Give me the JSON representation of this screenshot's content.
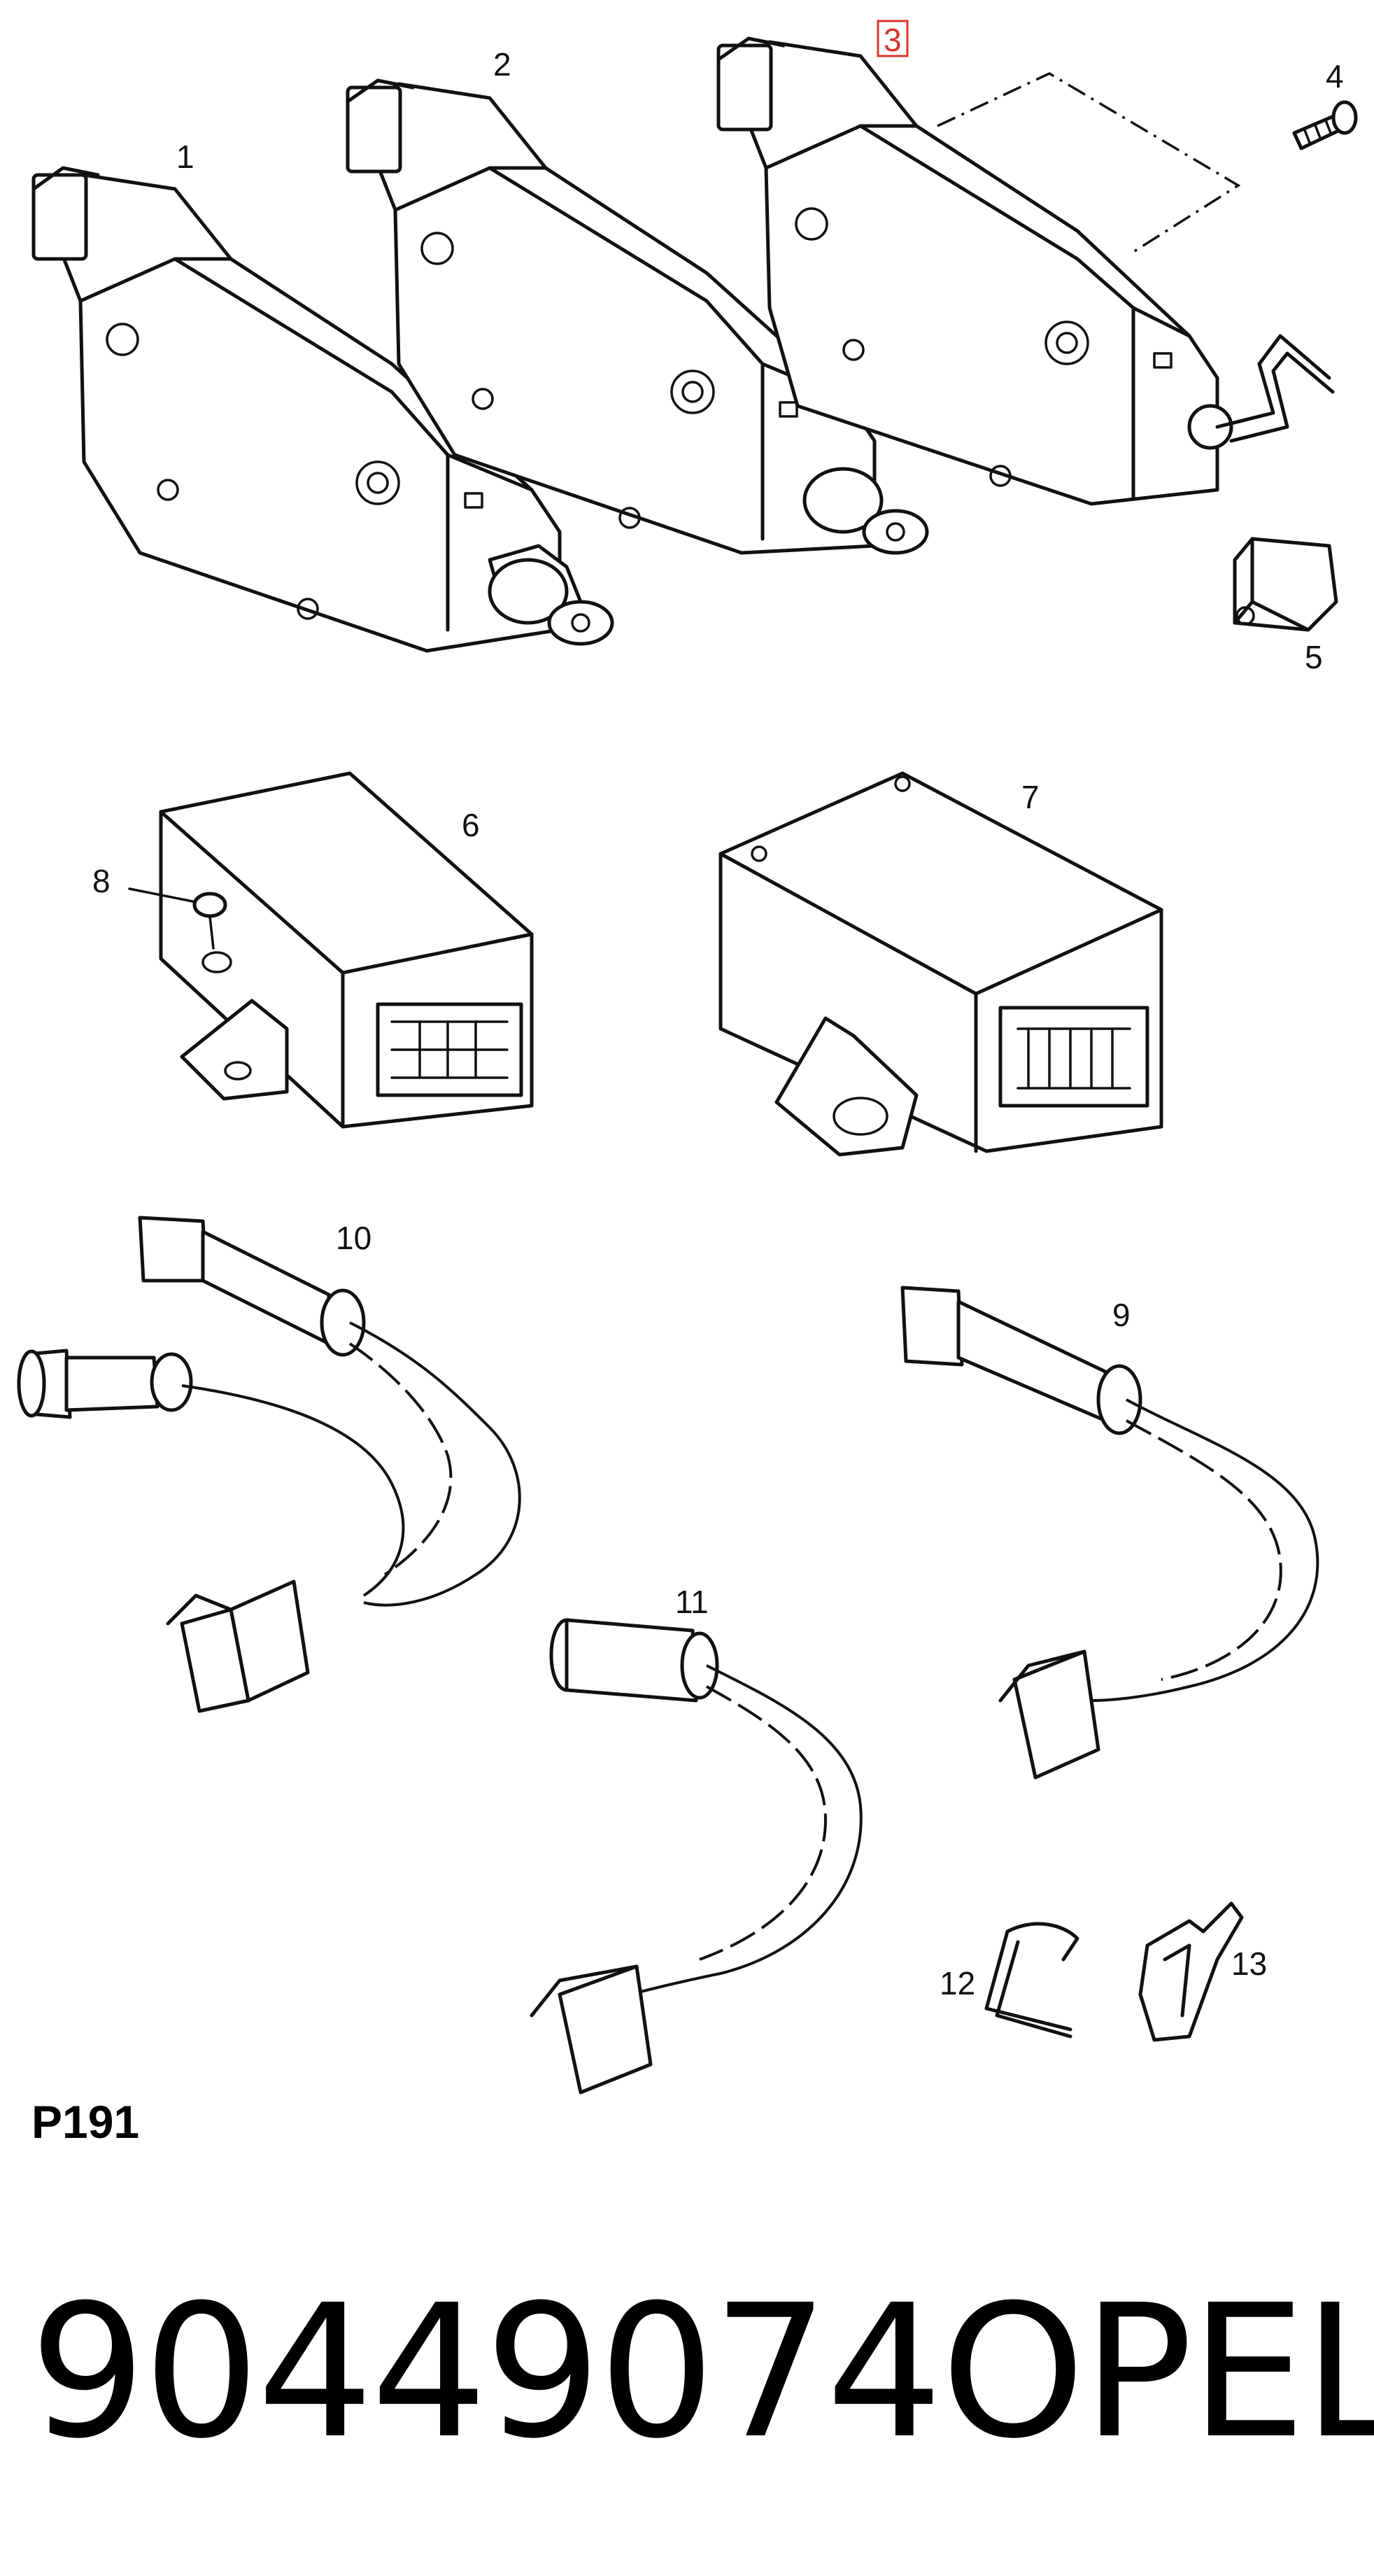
{
  "diagram": {
    "callouts": {
      "c1": "1",
      "c2": "2",
      "c3": "3",
      "c4": "4",
      "c5": "5",
      "c6": "6",
      "c7": "7",
      "c8": "8",
      "c9": "9",
      "c10": "10",
      "c11": "11",
      "c12": "12",
      "c13": "13"
    },
    "highlighted_callout": "3",
    "highlight_color": "#d9342b",
    "page_code": "P191"
  },
  "footer": {
    "part_number": "90449074",
    "brand": "OPEL"
  }
}
